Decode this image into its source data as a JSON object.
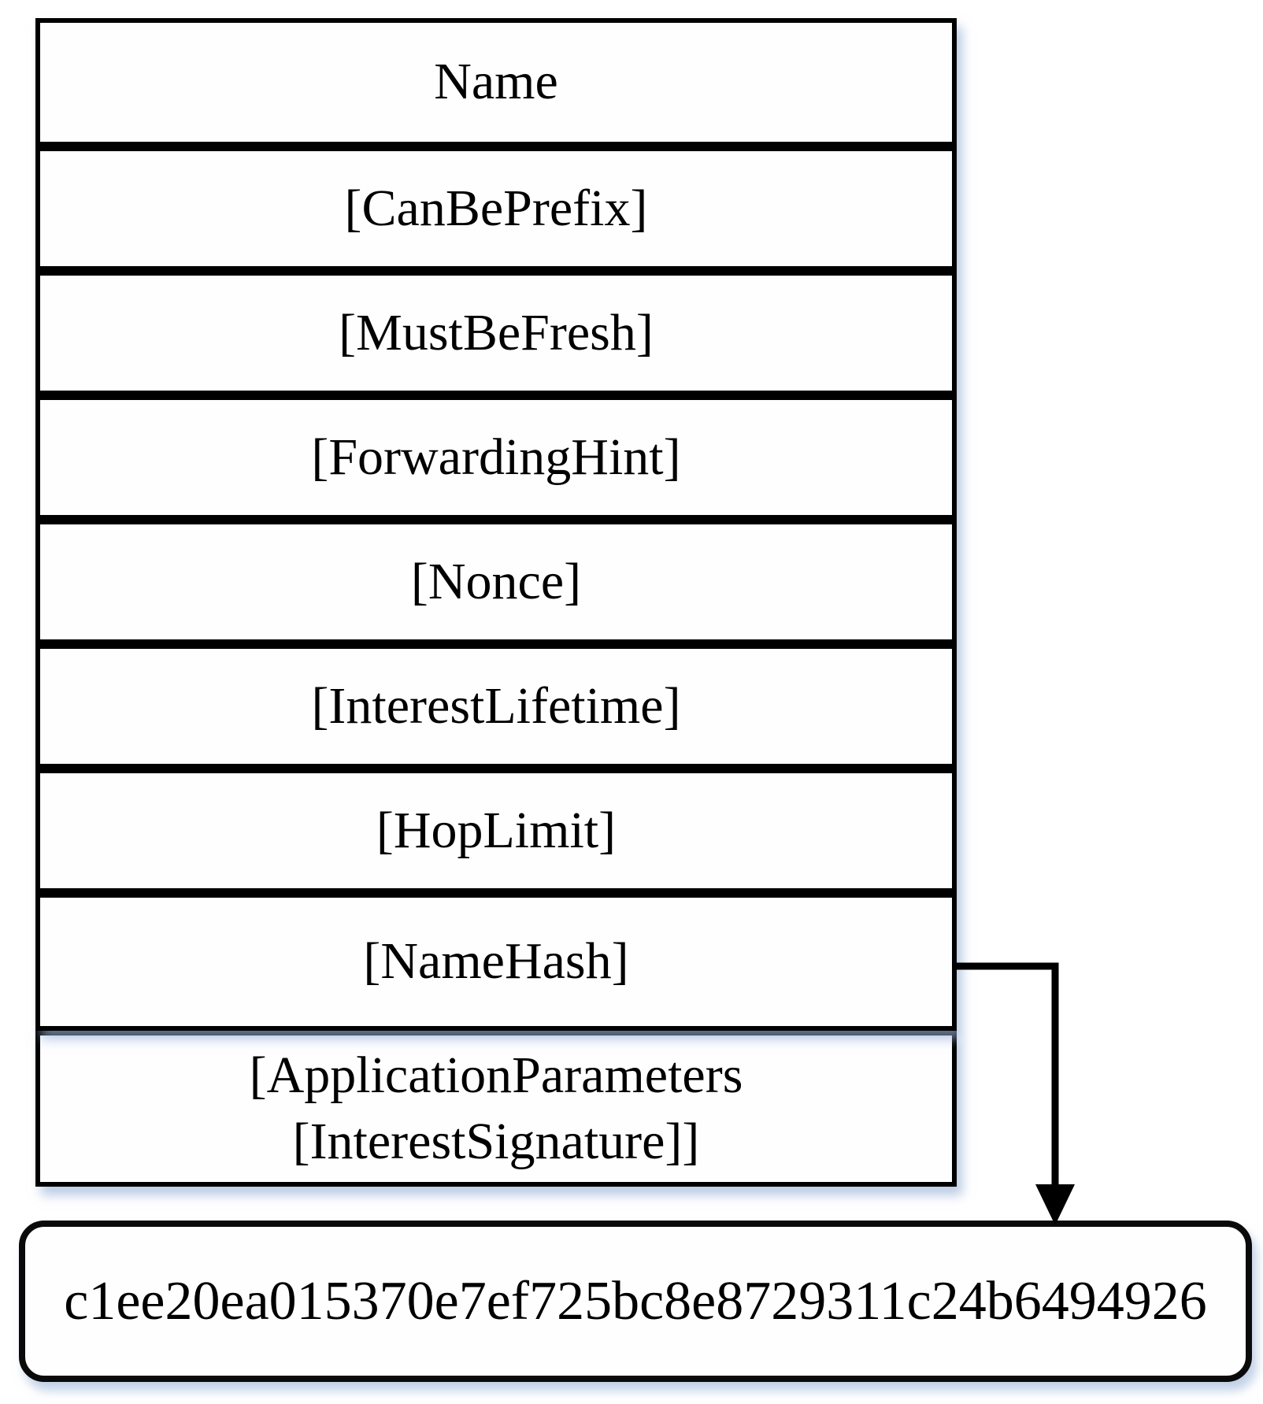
{
  "diagram": {
    "rows": [
      "Name",
      "[CanBePrefix]",
      "[MustBeFresh]",
      "[ForwardingHint]",
      "[Nonce]",
      "[InterestLifetime]",
      "[HopLimit]",
      "[NameHash]",
      "[ApplicationParameters\n[InterestSignature]]"
    ],
    "arrow": {
      "from_field": "[NameHash]"
    },
    "hash_box": {
      "value": "c1ee20ea015370e7ef725bc8e8729311c24b6494926"
    },
    "colors": {
      "border": "#000000",
      "fill": "#ffffff",
      "shadow": "#96b0d6"
    }
  }
}
